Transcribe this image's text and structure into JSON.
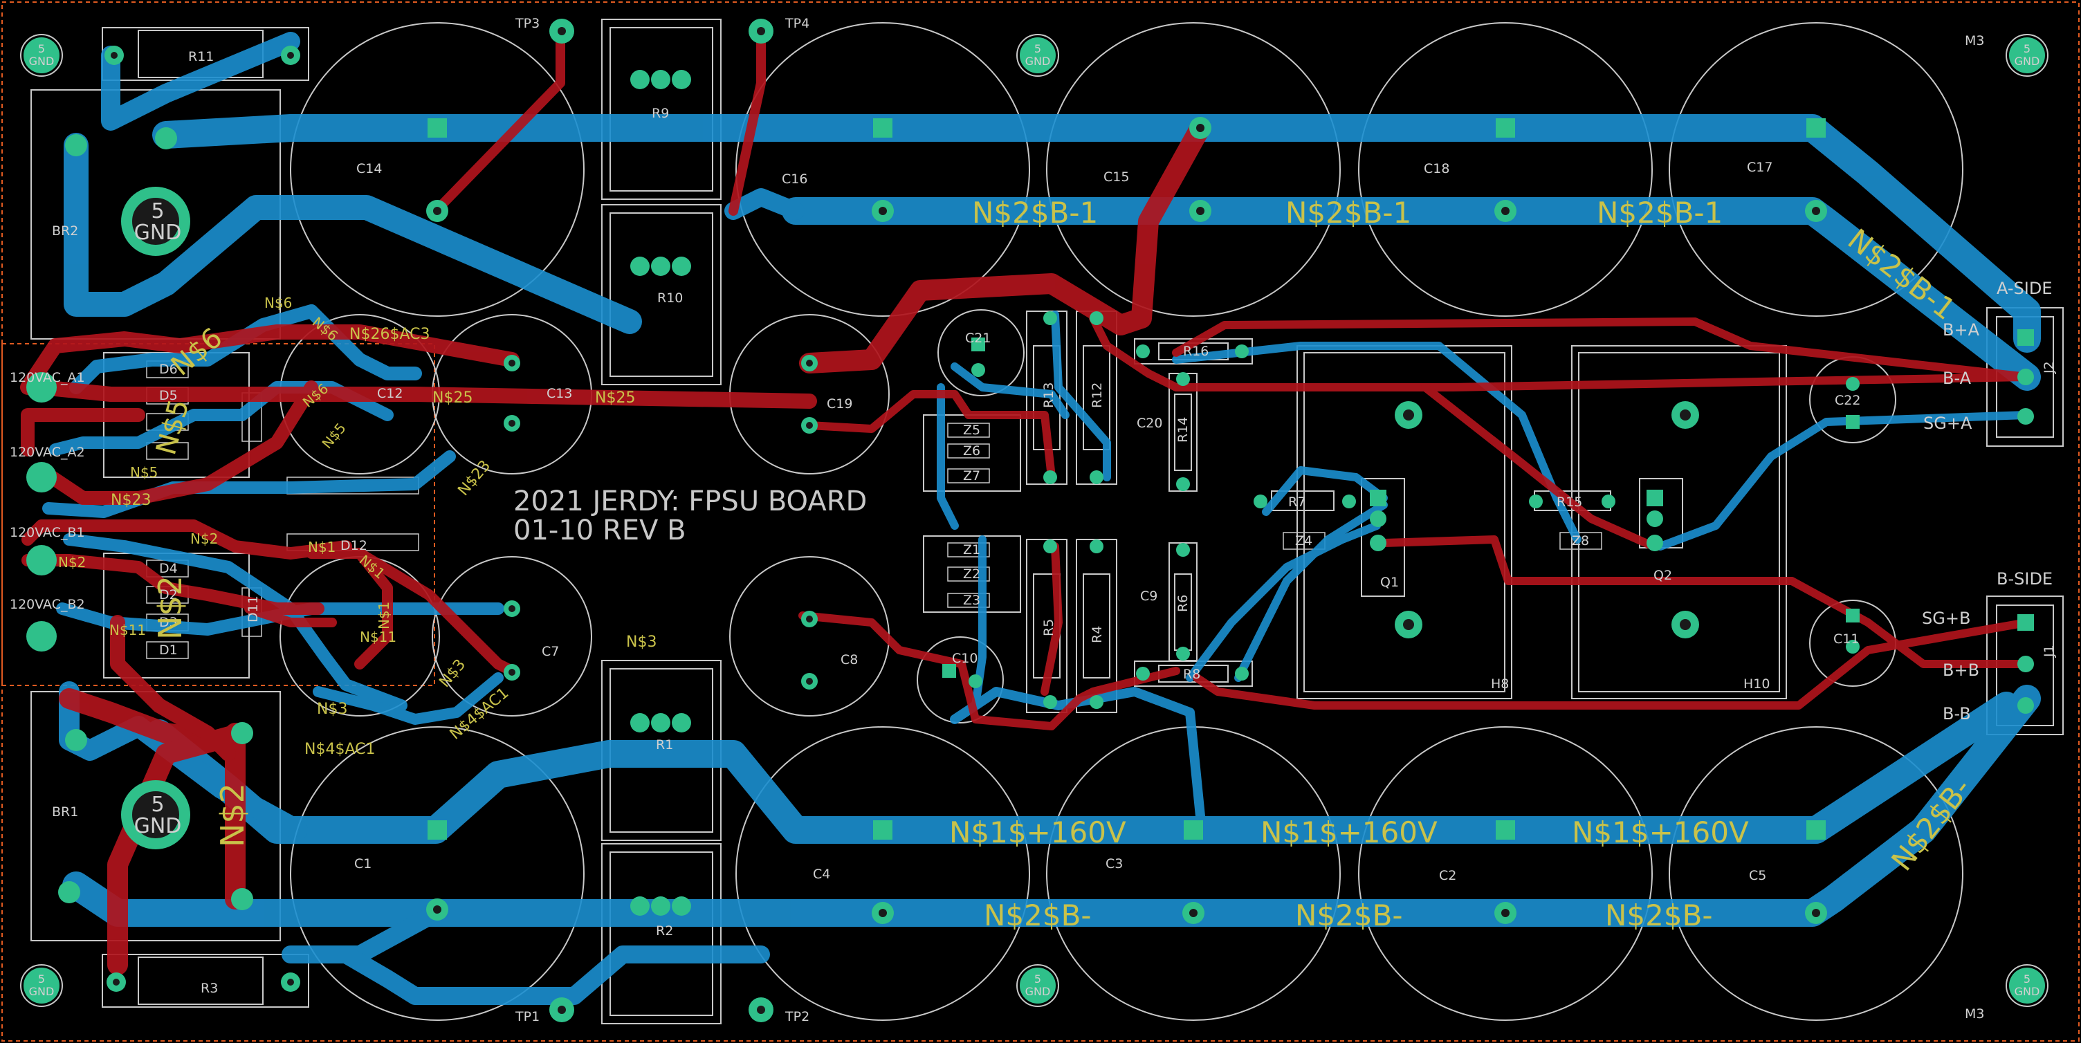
{
  "board": {
    "title_line1": "2021 JERDY: FPSU BOARD",
    "title_line2": "01-10 REV B",
    "colors": {
      "background": "#000000",
      "top_copper": "#b0141c",
      "bottom_copper": "#1b8fd0",
      "pads": "#2fc08a",
      "silkscreen": "#c8c8c8",
      "net_labels": "#c9c24a",
      "outline": "#e05a20"
    }
  },
  "sides": {
    "a_side": "A-SIDE",
    "b_side": "B-SIDE"
  },
  "capacitors": [
    "C14",
    "C16",
    "C15",
    "C18",
    "C17",
    "C1",
    "C4",
    "C3",
    "C2",
    "C5",
    "C13",
    "C12",
    "C7",
    "C19",
    "C8",
    "C21",
    "C10",
    "C22",
    "C11",
    "C20",
    "C9"
  ],
  "resistors": [
    "R11",
    "R3",
    "R9",
    "R10",
    "R1",
    "R2",
    "R13",
    "R12",
    "R14",
    "R16",
    "R5",
    "R4",
    "R6",
    "R8",
    "R7",
    "R15"
  ],
  "zeners": [
    "Z5",
    "Z6",
    "Z7",
    "Z1",
    "Z2",
    "Z3",
    "Z4",
    "Z8"
  ],
  "transistors": [
    "Q1",
    "Q2"
  ],
  "heatsinks": [
    "H8",
    "H10"
  ],
  "bridges": [
    "BR2",
    "BR1"
  ],
  "diodes": [
    "D6",
    "D5",
    "D12",
    "D11",
    "D4",
    "D2",
    "D3",
    "D1"
  ],
  "connectors": {
    "j2": "J2",
    "j1": "J1",
    "j2_pins": [
      "B+A",
      "B-A",
      "SG+A"
    ],
    "j1_pins": [
      "SG+B",
      "B+B",
      "B-B"
    ]
  },
  "testpoints": [
    "TP3",
    "TP4",
    "TP1",
    "TP2"
  ],
  "mounts": {
    "m3": "M3",
    "hole_label_top": "5",
    "hole_label_bottom": "GND",
    "big_hole_top": "5",
    "big_hole_bottom": "GND"
  },
  "ac_labels": [
    "120VAC_A1",
    "120VAC_A2",
    "120VAC_B1",
    "120VAC_B2",
    "N$26$AC3",
    "N$4$AC1"
  ],
  "net_labels": {
    "top_rail": [
      "N$2$B-1",
      "N$2$B-1",
      "N$2$B-1",
      "N$2$B-1"
    ],
    "plus160": [
      "N$1$+160V",
      "N$1$+160V",
      "N$1$+160V"
    ],
    "bminus": [
      "N$2$B-",
      "N$2$B-",
      "N$2$B-",
      "N$2$B-"
    ],
    "misc": [
      "N$6",
      "N$6",
      "N$6",
      "N$6",
      "N$5",
      "N$5",
      "N$5",
      "N$25",
      "N$25",
      "N$23",
      "N$23",
      "N$2",
      "N$2",
      "N$2",
      "N$2",
      "N$1",
      "N$1",
      "N$1",
      "N$11",
      "N$11",
      "N$3",
      "N$3",
      "N$3",
      "N$26$AC3",
      "N$4$AC1",
      "N$4$AC1"
    ]
  }
}
